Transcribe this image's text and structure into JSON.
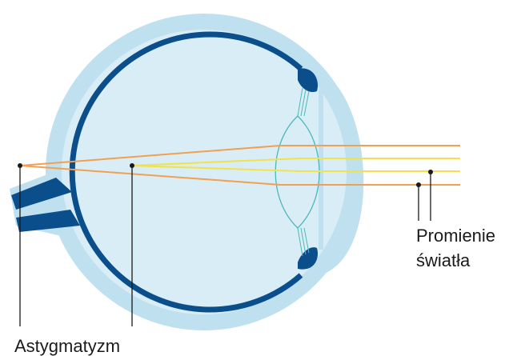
{
  "labels": {
    "light_rays_line1": "Promienie",
    "light_rays_line2": "światła",
    "astigmatism": "Astygmatyzm"
  },
  "colors": {
    "sclera": "#bfe0ee",
    "vitreous": "#d9edf6",
    "retina": "#0a4e8c",
    "iris": "#0a4e8c",
    "lens_outline": "#4fb7b7",
    "ray_outer": "#f0a050",
    "ray_inner": "#f2e24a",
    "pointer": "#1a1a1a"
  }
}
